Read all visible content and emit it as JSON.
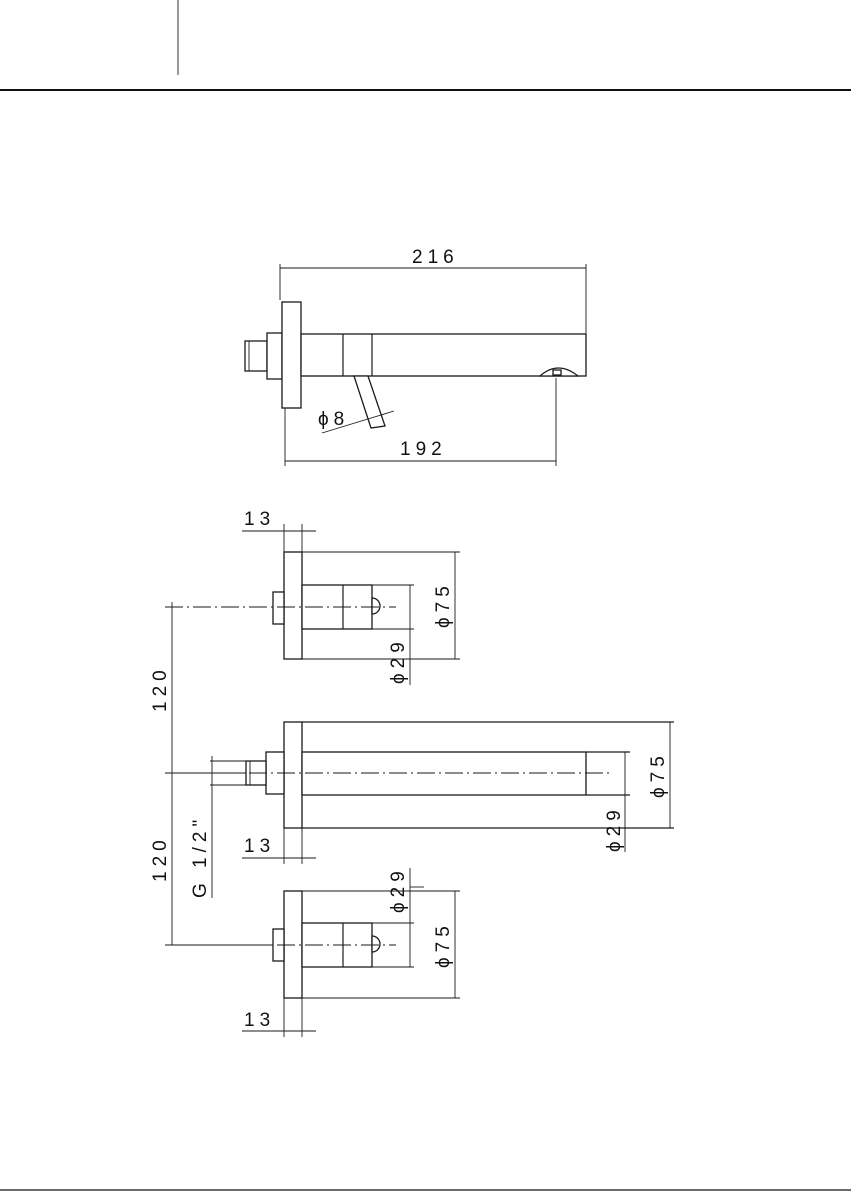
{
  "header": {
    "page_rule": "",
    "left_cell": ""
  },
  "side_view": {
    "overall_length": "216",
    "spout_to_outlet": "192",
    "handle_diameter": "ϕ8"
  },
  "plan_view": {
    "flange_thickness_top": "13",
    "flange_thickness_middle": "13",
    "flange_thickness_bottom": "13",
    "spacing_upper": "120",
    "spacing_lower": "120",
    "thread_size": "G 1/2\"",
    "valve_top_rosette": "ϕ75",
    "valve_top_body": "ϕ29",
    "spout_rosette": "ϕ75",
    "spout_body": "ϕ29",
    "valve_bottom_body": "ϕ29",
    "valve_bottom_rosette": "ϕ75"
  },
  "colors": {
    "line": "#1a1a1a",
    "background": "#ffffff"
  }
}
